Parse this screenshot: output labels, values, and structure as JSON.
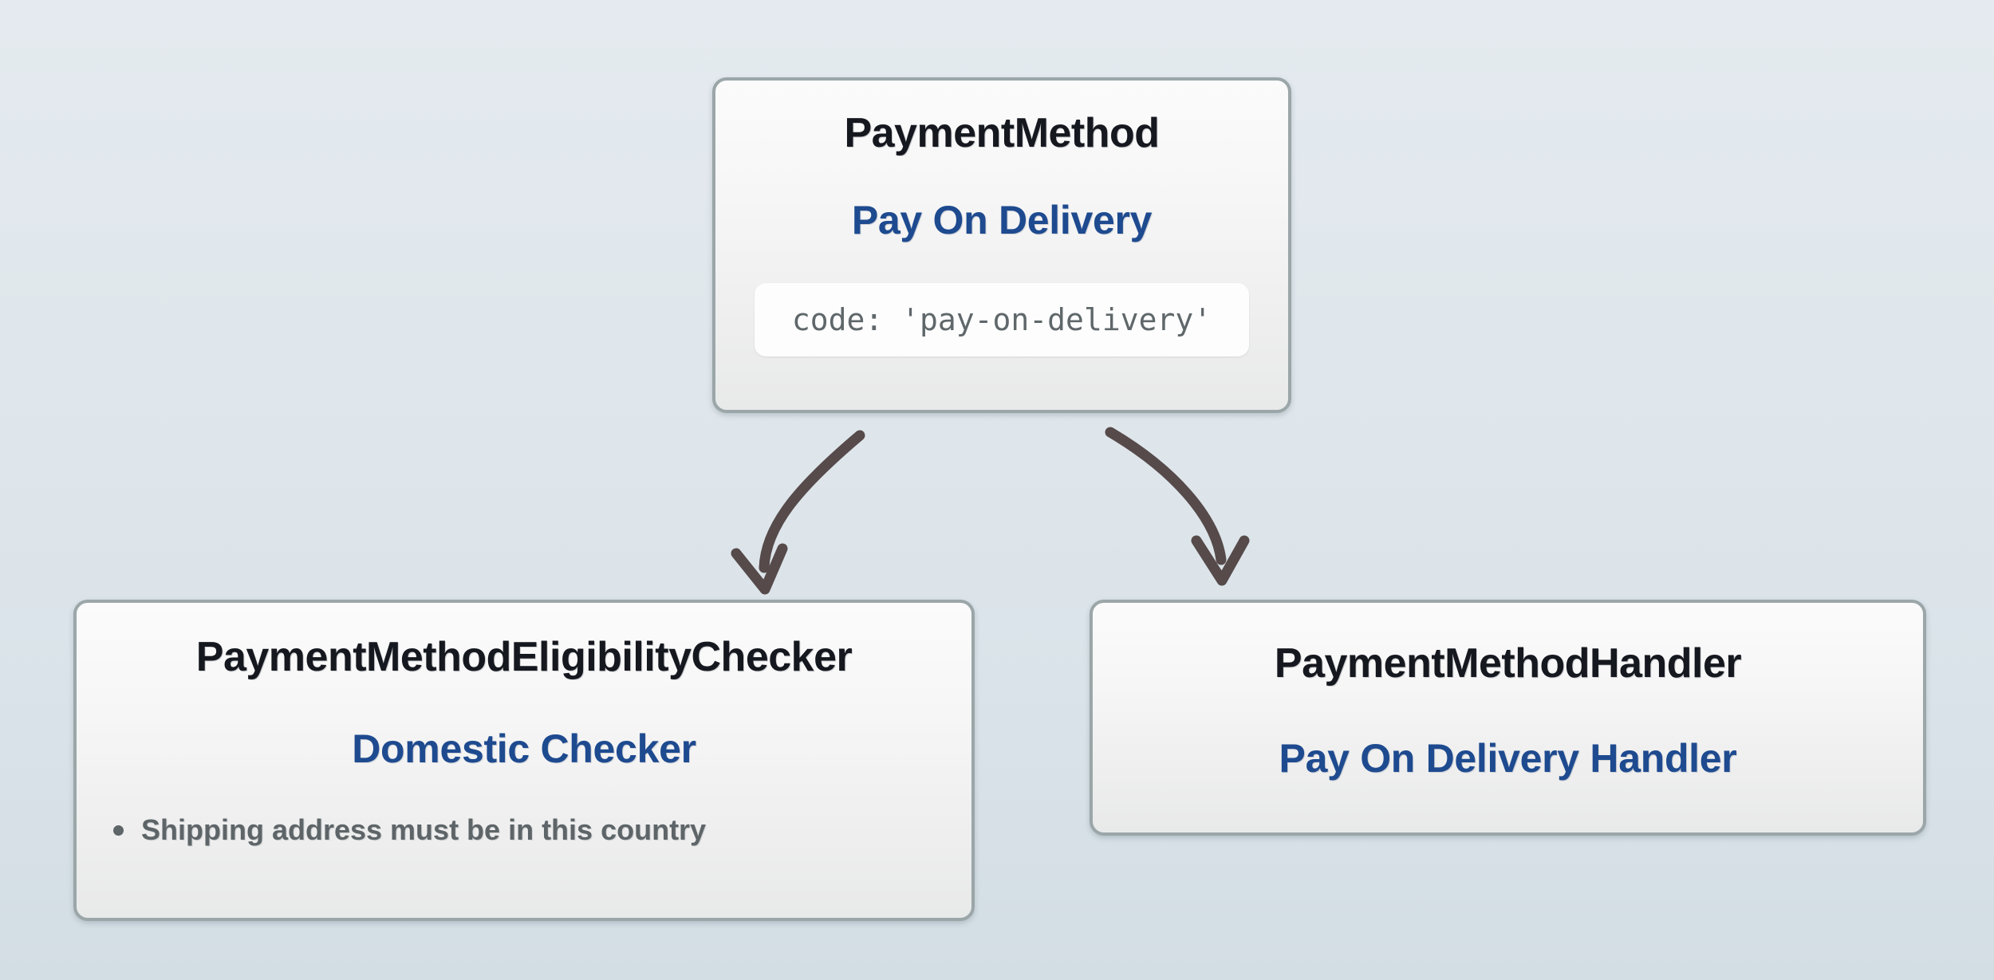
{
  "diagram": {
    "title": "Pay On Delivery payment method relationships",
    "background": {
      "gradient_top": "#e4eaef",
      "gradient_bottom": "#d3dde4"
    },
    "palette": {
      "box_border": "#9ba6a9",
      "box_fill": "#f4f4f4",
      "class_text": "#16181f",
      "name_text": "#1e4a8f",
      "detail_text": "#5e6568",
      "code_text": "#5f676a",
      "arrow": "#564a4a"
    },
    "nodes": [
      {
        "id": "payment-method",
        "class_label": "PaymentMethod",
        "name_label": "Pay On Delivery",
        "code": "code: 'pay-on-delivery'"
      },
      {
        "id": "eligibility-checker",
        "class_label": "PaymentMethodEligibilityChecker",
        "name_label": "Domestic Checker",
        "rules": [
          "Shipping address must be in this country"
        ]
      },
      {
        "id": "payment-handler",
        "class_label": "PaymentMethodHandler",
        "name_label": "Pay On Delivery Handler"
      }
    ],
    "edges": [
      {
        "id": "edge-to-eligibility-checker",
        "from": "payment-method",
        "to": "eligibility-checker"
      },
      {
        "id": "edge-to-payment-handler",
        "from": "payment-method",
        "to": "payment-handler"
      }
    ]
  }
}
